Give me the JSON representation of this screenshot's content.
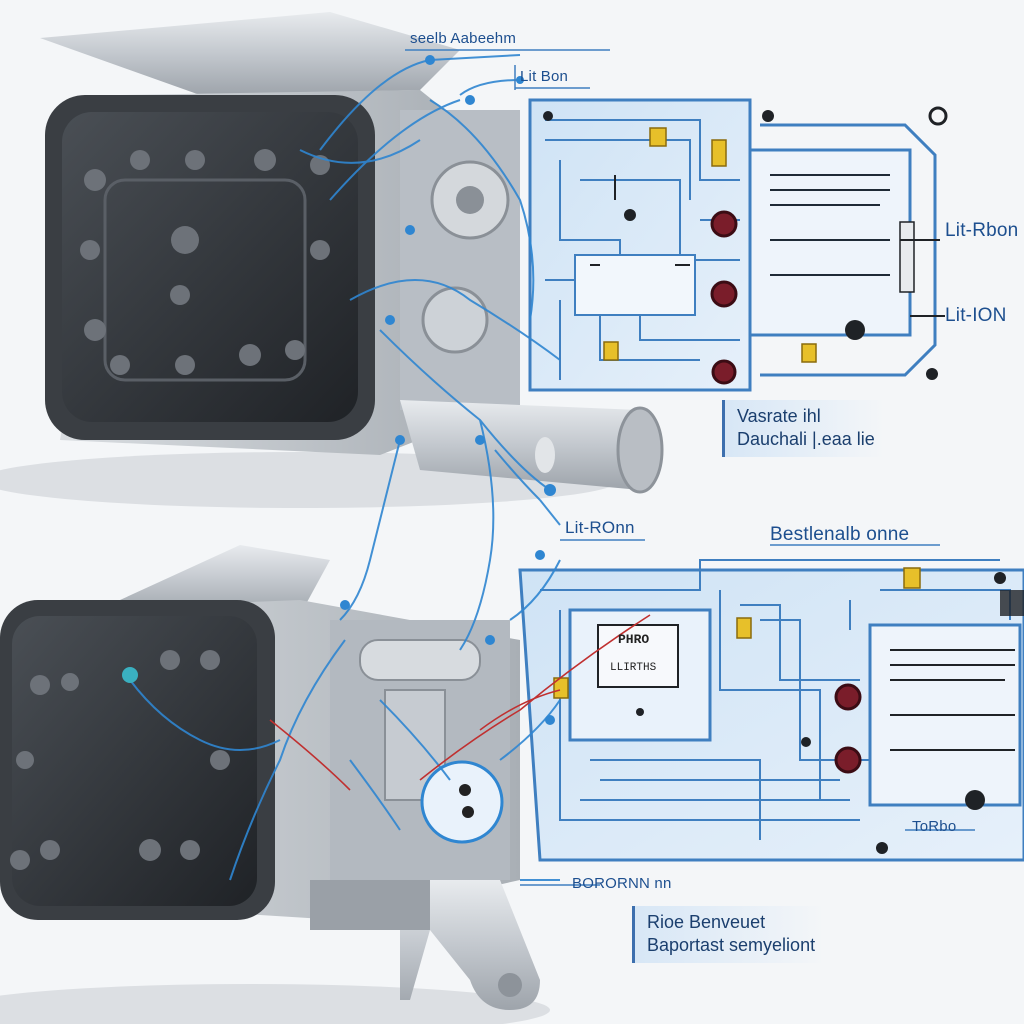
{
  "labels": {
    "top_title": "seelb Aabeehm",
    "top_mini": "Lit Bon",
    "right_a": "Lit-Rbon",
    "right_b": "Lit-ION",
    "mid_left": "Lit-ROnn",
    "mid_right": "Bestlenalb onne",
    "lower_right": "ToRbo",
    "lower_left": "BORORNN  nn"
  },
  "callouts": {
    "upper_line1": "Vasrate ihl",
    "upper_line2": "Dauchali |.eaa lie",
    "lower_line1": "Rioe Benveuet",
    "lower_line2": "Baportast semyeliont"
  },
  "panel_text": {
    "chip_title": "PHRO",
    "chip_sub": "LLIRTHS"
  },
  "colors": {
    "wire_blue": "#2f86d1",
    "board_fill": "#d4e6f6",
    "board_trace": "#3f7fc0",
    "device_body": "#c7ccd2",
    "screen": "#2b2f34",
    "accent_yellow": "#e7c02a",
    "accent_red": "#c03030"
  }
}
